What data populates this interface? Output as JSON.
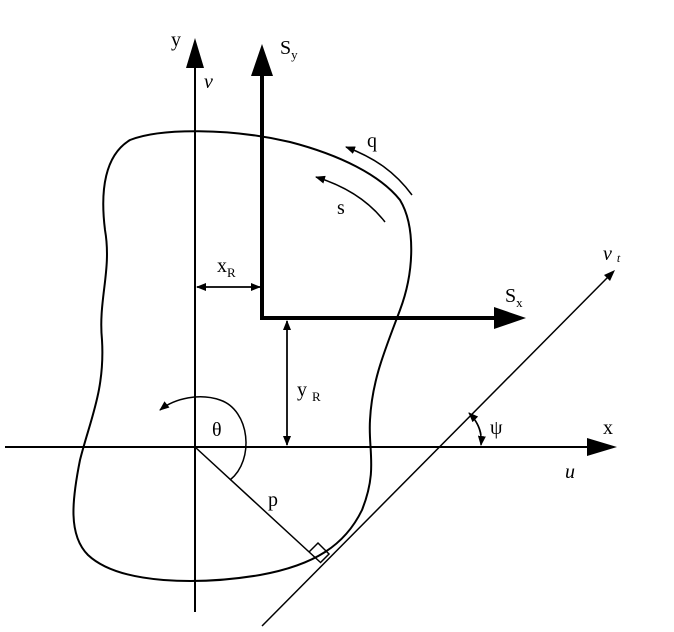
{
  "diagram": {
    "axes": {
      "y": "y",
      "v": "ν",
      "x": "x",
      "u": "u"
    },
    "resultants": {
      "sy": "S",
      "sy_sub": "y",
      "sx": "S",
      "sx_sub": "x"
    },
    "offsets": {
      "xr": "x",
      "xr_sub": "R",
      "yr": "y",
      "yr_sub": "R"
    },
    "flow": {
      "q": "q",
      "s": "s"
    },
    "angles": {
      "theta": "θ",
      "psi": "ψ"
    },
    "perpendicular": "p",
    "tangent_axis": {
      "label": "ν",
      "sub": "t"
    },
    "colors": {
      "ink": "#000000",
      "background": "#ffffff"
    }
  }
}
